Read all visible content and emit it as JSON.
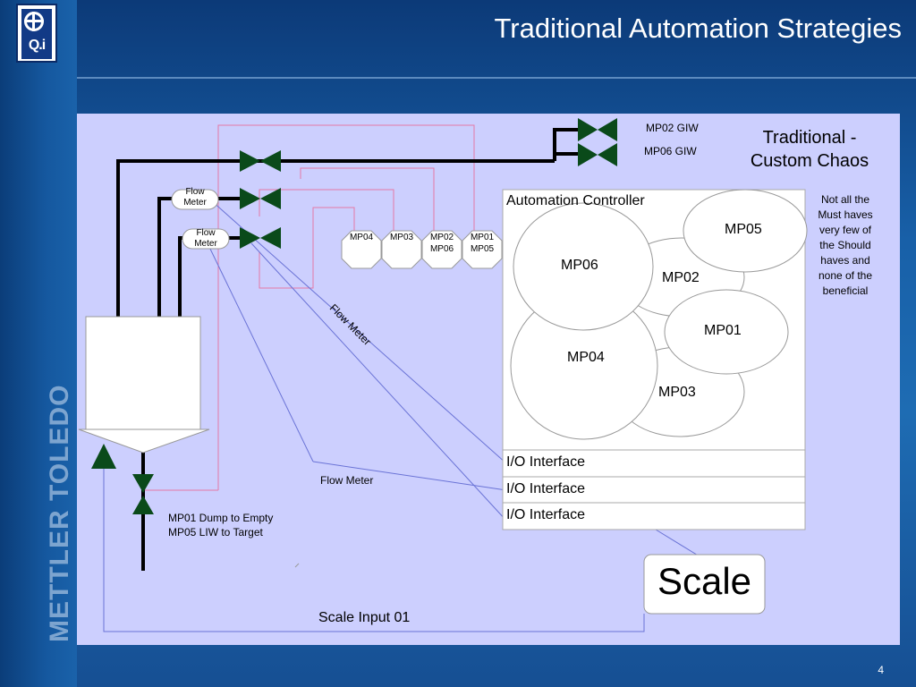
{
  "slide": {
    "title": "Traditional Automation Strategies",
    "page_number": "4",
    "brand_text": "METTLER TOLEDO",
    "logo_text": "Q.i"
  },
  "diagram": {
    "side_title": "Traditional -\nCustom Chaos",
    "note": "Not all the\nMust haves\nvery few of\nthe Should\nhaves and\nnone of the\nbeneficial",
    "valve_labels": [
      "MP02 GIW",
      "MP06 GIW"
    ],
    "flow_meter_small": [
      "Flow\nMeter",
      "Flow\nMeter"
    ],
    "flow_meter_diag": "Flow Meter",
    "flow_meter_bottom": "Flow Meter",
    "octagons": [
      "MP04",
      "MP03",
      "MP02\nMP06",
      "MP01\nMP05"
    ],
    "controller_title": "Automation Controller",
    "circles": [
      "MP05",
      "MP06",
      "MP02",
      "MP01",
      "MP04",
      "MP03"
    ],
    "io_rows": [
      "I/O Interface",
      "I/O Interface",
      "I/O Interface"
    ],
    "dump_label": "MP01 Dump to Empty\nMP05 LIW to Target",
    "scale_label": "Scale",
    "scale_input_label": "Scale Input 01"
  }
}
